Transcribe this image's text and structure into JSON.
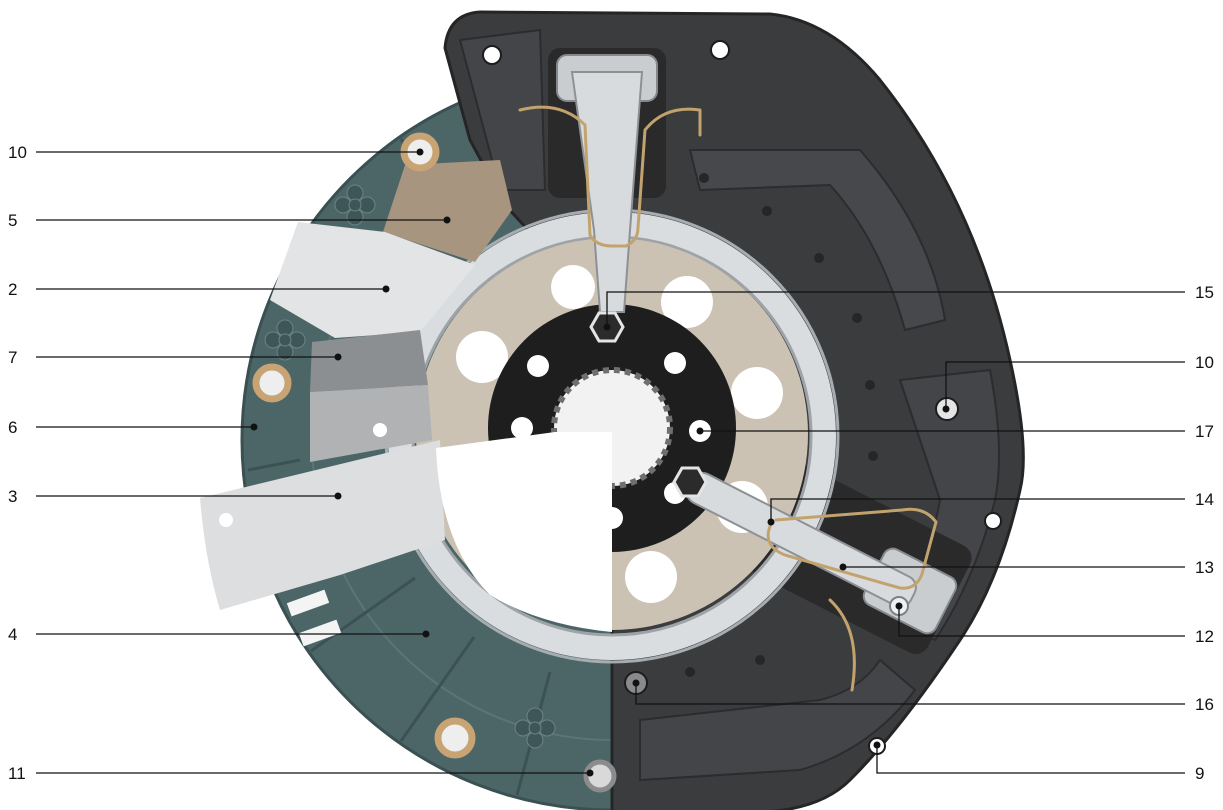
{
  "callouts": {
    "left": [
      "10",
      "5",
      "2",
      "7",
      "6",
      "3",
      "4",
      "11"
    ],
    "right": [
      "15",
      "10",
      "17",
      "14",
      "13",
      "12",
      "16",
      "9"
    ]
  },
  "colors": {
    "disc": "#4c6668",
    "cover": "#3b3c3e",
    "friction_pad": "#a89580",
    "ring": "#d9dde0",
    "hub_flange": "#1e1e1e",
    "rivet_ring": "#c8a373"
  }
}
